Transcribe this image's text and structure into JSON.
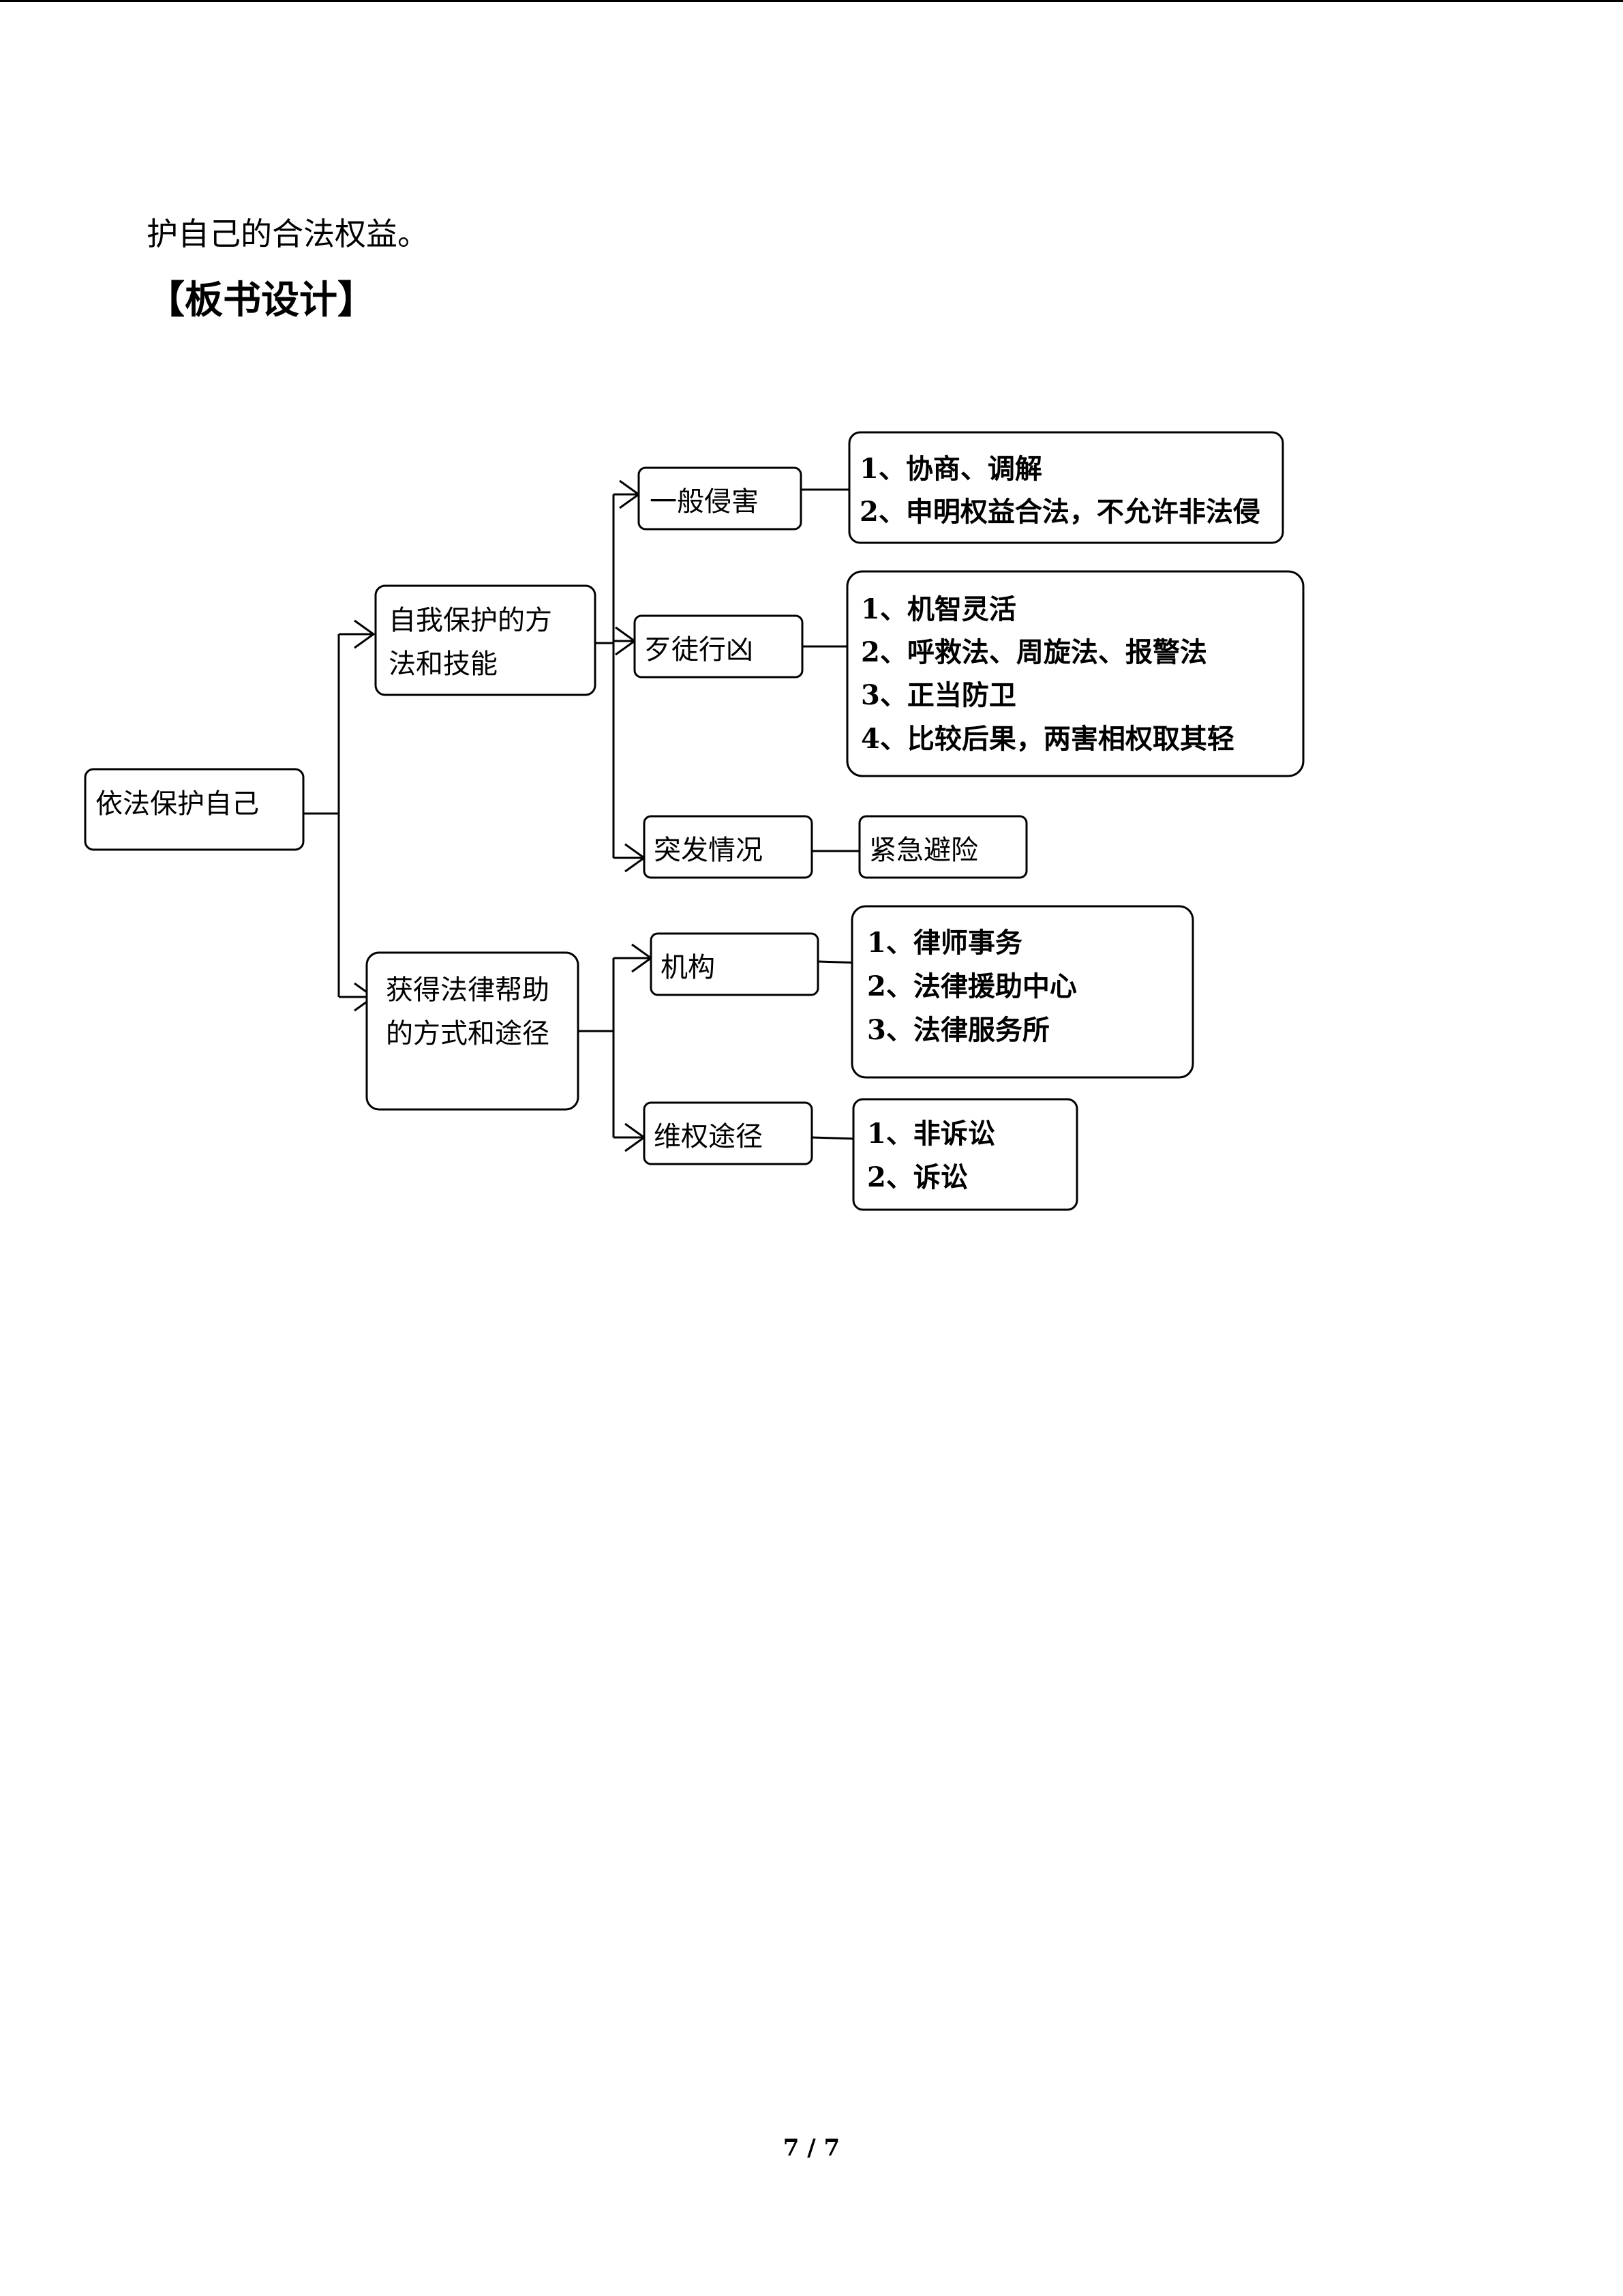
{
  "document": {
    "body_text": "护自己的合法权益。",
    "section_heading": "【板书设计】",
    "page_number": "7 / 7"
  },
  "mindmap": {
    "root": "依法保护自己",
    "branch_self_protection": {
      "lines": [
        "自我保护的方",
        "法和技能"
      ],
      "general_infringement": {
        "label": "一般侵害",
        "items": [
          "1、协商、调解",
          "2、申明权益合法，不允许非法侵"
        ]
      },
      "criminal_attack": {
        "label": "歹徒行凶",
        "items": [
          "1、机智灵活",
          "2、呼救法、周旋法、报警法",
          "3、正当防卫",
          "4、比较后果，两害相权取其轻"
        ]
      },
      "emergency": {
        "label": "突发情况",
        "items": [
          "紧急避险"
        ]
      }
    },
    "branch_legal_help": {
      "lines": [
        "获得法律帮助",
        "的方式和途径"
      ],
      "institutions": {
        "label": "机构",
        "items": [
          "1、律师事务",
          "2、法律援助中心",
          "3、法律服务所"
        ]
      },
      "rights_paths": {
        "label": "维权途径",
        "items": [
          "1、非诉讼",
          "2、诉讼"
        ]
      }
    }
  }
}
